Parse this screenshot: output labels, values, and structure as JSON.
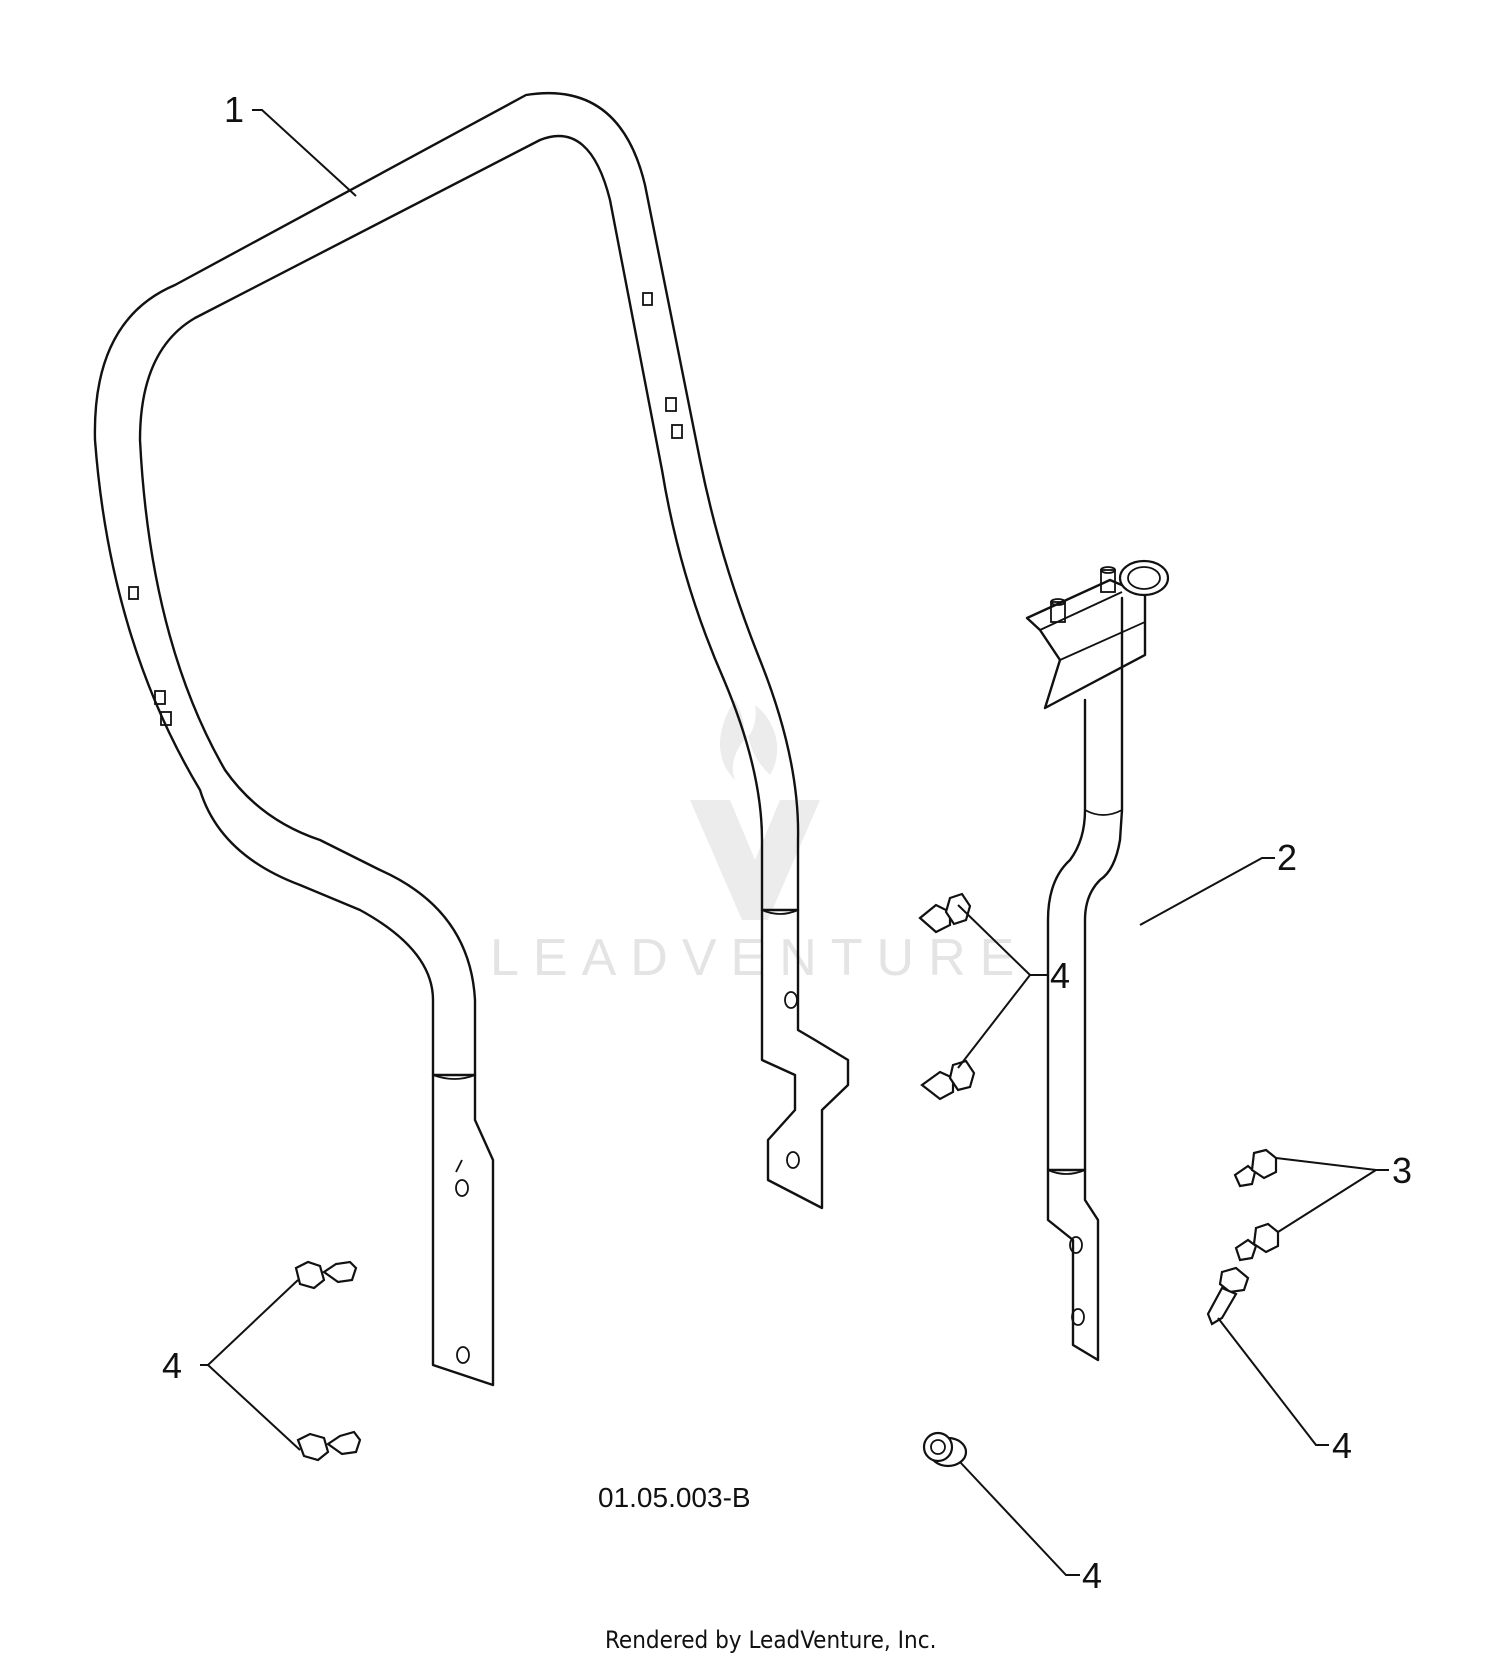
{
  "diagram": {
    "watermark": "LEADVENTURE",
    "drawing_code": "01.05.003-B",
    "footer": "Rendered by LeadVenture, Inc.",
    "callouts": {
      "part_1": "1",
      "part_2": "2",
      "part_3": "3",
      "part_4_upper_mid": "4",
      "part_4_left": "4",
      "part_4_right": "4",
      "part_4_bottom": "4"
    }
  }
}
